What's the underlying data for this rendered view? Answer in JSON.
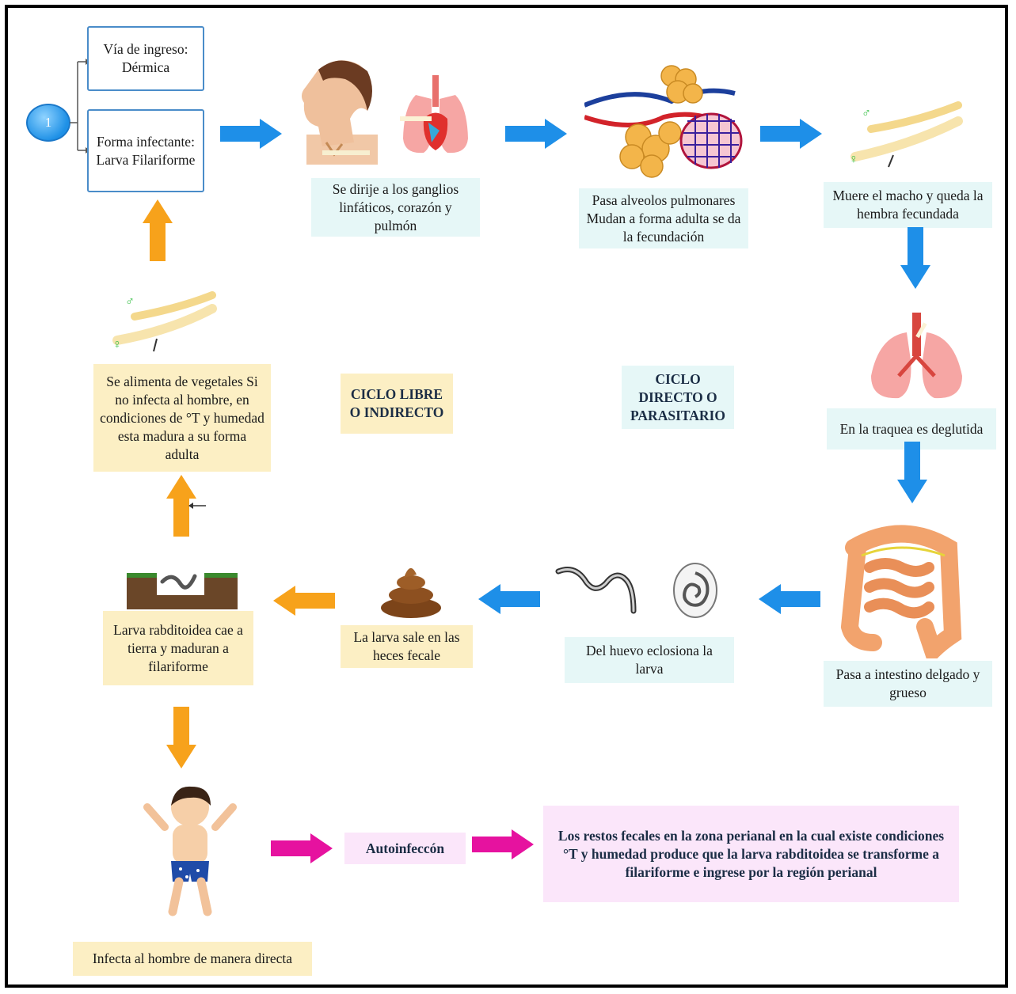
{
  "badge": "1",
  "entry_route": "Vía de ingreso: Dérmica",
  "infective_form": "Forma infectante: Larva Filariforme",
  "direct_cycle_label": "CICLO DIRECTO O PARASITARIO",
  "free_cycle_label": "CICLO LIBRE O INDIRECTO",
  "steps": {
    "lymph": "Se dirije a los ganglios linfáticos, corazón y pulmón",
    "alveoli": "Pasa alveolos pulmonares Mudan a forma adulta se da la fecundación",
    "male_dies": "Muere el macho y queda la hembra fecundada",
    "trachea": "En la traquea es deglutida",
    "intestine": "Pasa a intestino delgado y grueso",
    "hatch": "Del huevo eclosiona la larva",
    "feces": "La larva sale en las heces fecale",
    "soil": "Larva rabditoidea cae a tierra y maduran a filariforme",
    "vegetables": "Se alimenta de vegetales Si no infecta al hombre, en condiciones de °T y humedad esta madura a su forma adulta",
    "infects": "Infecta al hombre de manera directa"
  },
  "autoinfection_label": "Autoinfeccón",
  "autoinfection_text": "Los restos fecales en la zona perianal en la cual existe condiciones °T y humedad produce que la larva rabditoidea se transforme a filariforme e ingrese por la región perianal",
  "symbols": {
    "male": "♂",
    "female": "♀"
  },
  "colors": {
    "blue_arrow": "#1e8fe8",
    "orange_arrow": "#f7a21b",
    "magenta_arrow": "#e6129f"
  }
}
